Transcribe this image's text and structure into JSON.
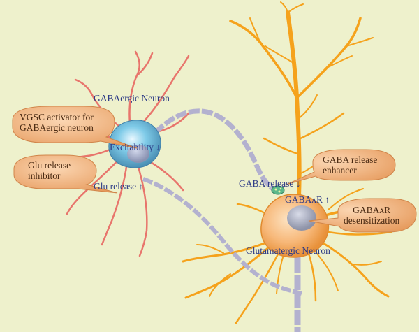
{
  "labels": {
    "gabaergic_neuron": "GABAergic Neuron",
    "excitability": "Excitability ↓",
    "glu_release": "Glu release ↑",
    "gaba_release": "GABA release ↓",
    "gabaar": "GABAᴀR ↑",
    "glutamatergic_neuron": "Glutamatergic Neuron"
  },
  "bubbles": {
    "vgsc_activator": {
      "line1": "VGSC activator for",
      "line2": "GABAergic neuron"
    },
    "glu_release_inhibitor": {
      "line1": "Glu release",
      "line2": "inhibitor"
    },
    "gaba_release_enhancer": {
      "line1": "GABA release",
      "line2": "enhancer"
    },
    "gabaar_desensitization": {
      "line1": "GABAᴀR",
      "line2": "desensitization"
    }
  },
  "colors": {
    "background": "#eef1cc",
    "glutamatergic_dendrite": "#f5a21c",
    "gabaergic_dendrite": "#e8756c",
    "gabaergic_soma": "#6fbfe0",
    "glutamatergic_soma": "#f7b879",
    "bubble": "#eaa66e",
    "label_text": "#2c3a86",
    "axon": "#b3b1cf"
  }
}
